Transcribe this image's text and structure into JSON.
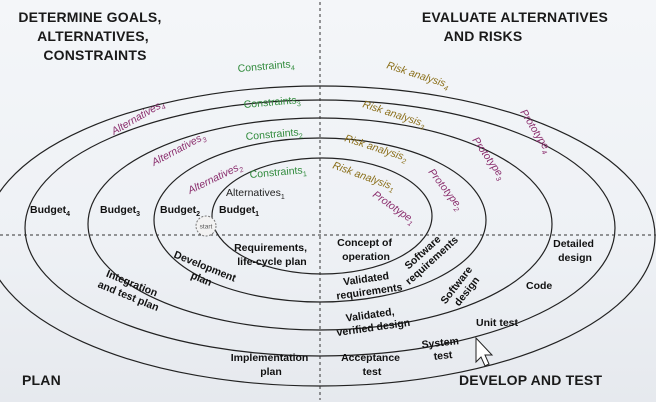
{
  "quadrants": {
    "top_left": [
      "DETERMINE GOALS,",
      "ALTERNATIVES,",
      "CONSTRAINTS"
    ],
    "top_right": [
      "EVALUATE ALTERNATIVES",
      "AND RISKS"
    ],
    "bottom_left": "PLAN",
    "bottom_right": "DEVELOP AND TEST"
  },
  "constraints": [
    {
      "text": "Constraints",
      "sub": "4"
    },
    {
      "text": "Constraints",
      "sub": "3"
    },
    {
      "text": "Constraints",
      "sub": "2"
    },
    {
      "text": "Constraints",
      "sub": "1"
    }
  ],
  "alternatives": [
    {
      "text": "Alternatives",
      "sub": "4"
    },
    {
      "text": "Alternatives",
      "sub": "3"
    },
    {
      "text": "Alternatives",
      "sub": "2"
    },
    {
      "text": "Alternatives",
      "sub": "1"
    }
  ],
  "risk_analysis": [
    {
      "text": "Risk analysis",
      "sub": "4"
    },
    {
      "text": "Risk analysis",
      "sub": "3"
    },
    {
      "text": "Risk analysis",
      "sub": "2"
    },
    {
      "text": "Risk analysis",
      "sub": "1"
    }
  ],
  "prototypes": [
    {
      "text": "Prototype",
      "sub": "4"
    },
    {
      "text": "Prototype",
      "sub": "3"
    },
    {
      "text": "Prototype",
      "sub": "2"
    },
    {
      "text": "Prototype",
      "sub": "1"
    }
  ],
  "budgets": [
    {
      "text": "Budget",
      "sub": "4"
    },
    {
      "text": "Budget",
      "sub": "3"
    },
    {
      "text": "Budget",
      "sub": "2"
    },
    {
      "text": "Budget",
      "sub": "1"
    }
  ],
  "start_label": "start",
  "plan_items": {
    "requirements": [
      "Requirements,",
      "life-cycle plan"
    ],
    "development": [
      "Development",
      "plan"
    ],
    "integration": [
      "Integration",
      "and test plan"
    ],
    "implementation": [
      "Implementation",
      "plan"
    ]
  },
  "develop_items": {
    "concept": [
      "Concept of",
      "operation"
    ],
    "software_requirements": [
      "Software",
      "requirements"
    ],
    "validated_requirements": [
      "Validated",
      "requirements"
    ],
    "software_design": [
      "Software",
      "design"
    ],
    "validated_design": [
      "Validated,",
      "verified design"
    ],
    "detailed_design": [
      "Detailed",
      "design"
    ],
    "code": "Code",
    "unit_test": "Unit test",
    "system_test": [
      "System",
      "test"
    ],
    "acceptance_test": [
      "Acceptance",
      "test"
    ]
  }
}
